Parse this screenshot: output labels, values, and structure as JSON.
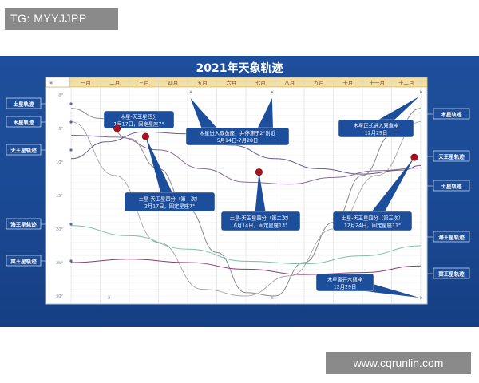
{
  "header_tag": "TG: MYYJJPP",
  "footer_url": "www.cqrunlin.com",
  "colors": {
    "panel": "#1f4f9c",
    "plot_bg": "#ffffff",
    "header_row": "#f3dfa2",
    "callout": "#1d4e9c",
    "marker": "#b0101e",
    "left_tag": "#1d4e9c"
  },
  "chart_data": {
    "type": "line",
    "title": "2021年天象轨迹",
    "collapse_label": "«",
    "months": [
      "一月",
      "二月",
      "三月",
      "四月",
      "五月",
      "六月",
      "七月",
      "八月",
      "九月",
      "十月",
      "十一月",
      "十二月"
    ],
    "x_range": [
      0,
      12
    ],
    "y_ticks": [
      "0°",
      "5°",
      "10°",
      "15°",
      "20°",
      "25°",
      "30°"
    ],
    "y_range": [
      0,
      30
    ],
    "grid": true,
    "series": [
      {
        "name": "土星轨迹",
        "color": "#8c6a9a",
        "side": "left-right",
        "x": [
          0,
          1.6,
          3,
          4.5,
          6,
          7.5,
          9,
          10.5,
          12
        ],
        "y": [
          6,
          6.3,
          8.2,
          11,
          13,
          13.3,
          12.3,
          11.3,
          10.9
        ]
      },
      {
        "name": "木星轨迹",
        "color": "#8a8a8a",
        "x": [
          0,
          1,
          2,
          3,
          4,
          5,
          6,
          7,
          8,
          9,
          10,
          11,
          12
        ],
        "y": [
          2,
          3.5,
          6.5,
          11,
          17,
          23.5,
          29.5,
          30,
          25,
          19,
          12,
          6,
          2
        ]
      },
      {
        "name": "天王星轨迹",
        "color": "#6a5a8f",
        "x": [
          0,
          1.2,
          2.5,
          4,
          5.5,
          7,
          8.5,
          10,
          11.4,
          12
        ],
        "y": [
          9.5,
          7,
          5.5,
          5.8,
          7.5,
          9.5,
          11,
          11.8,
          11.2,
          10.5
        ]
      },
      {
        "name": "海王星轨迹",
        "color": "#7fbfa5",
        "x": [
          0,
          2,
          4,
          6,
          8,
          10,
          12
        ],
        "y": [
          19.5,
          21,
          23,
          24.8,
          25.2,
          24,
          22.5
        ]
      },
      {
        "name": "冥王星轨迹",
        "color": "#8c3b7a",
        "x": [
          0,
          2,
          4,
          6,
          8,
          10,
          12
        ],
        "y": [
          25,
          24.5,
          25,
          26,
          26.8,
          26.5,
          25.5
        ]
      }
    ],
    "extra_curves": [
      {
        "color": "#9c9c9c",
        "x": [
          0,
          1.5,
          3,
          4.5,
          6,
          7.5,
          9,
          10.5,
          12
        ],
        "y": [
          4,
          12,
          22,
          29,
          30,
          27,
          20,
          12,
          4
        ]
      }
    ],
    "left_labels": [
      "土星轨迹",
      "木星轨迹",
      "天王星轨迹",
      "海王星轨迹",
      "冥王星轨迹"
    ],
    "right_labels": [
      "木星轨迹",
      "天王星轨迹",
      "土星轨迹",
      "海王星轨迹",
      "冥王星轨迹"
    ],
    "events": [
      {
        "x": 1.58,
        "y": 5.0,
        "label1": "木星-天王星四分",
        "label2": "1月17日，固定星座7°"
      },
      {
        "x": 2.56,
        "y": 6.2,
        "label1": "土星-天王星四分（第一次）",
        "label2": "2月17日，固定星座7°"
      },
      {
        "x": 6.45,
        "y": 11.5,
        "label1": "土星-天王星四分（第二次）",
        "label2": "6月14日，固定星座13°"
      },
      {
        "x": 11.78,
        "y": 9.3,
        "label1": "土星-天王星四分（第三次）",
        "label2": "12月24日，固定星座11°"
      }
    ],
    "annotations": [
      {
        "label1": "木星进入双鱼座，并停滞于2°附近",
        "label2": "5月14日-7月28日"
      },
      {
        "label1": "木星正式进入双鱼座",
        "label2": "12月29日"
      },
      {
        "label1": "木星离开水瓶座",
        "label2": "12月29日"
      }
    ]
  }
}
